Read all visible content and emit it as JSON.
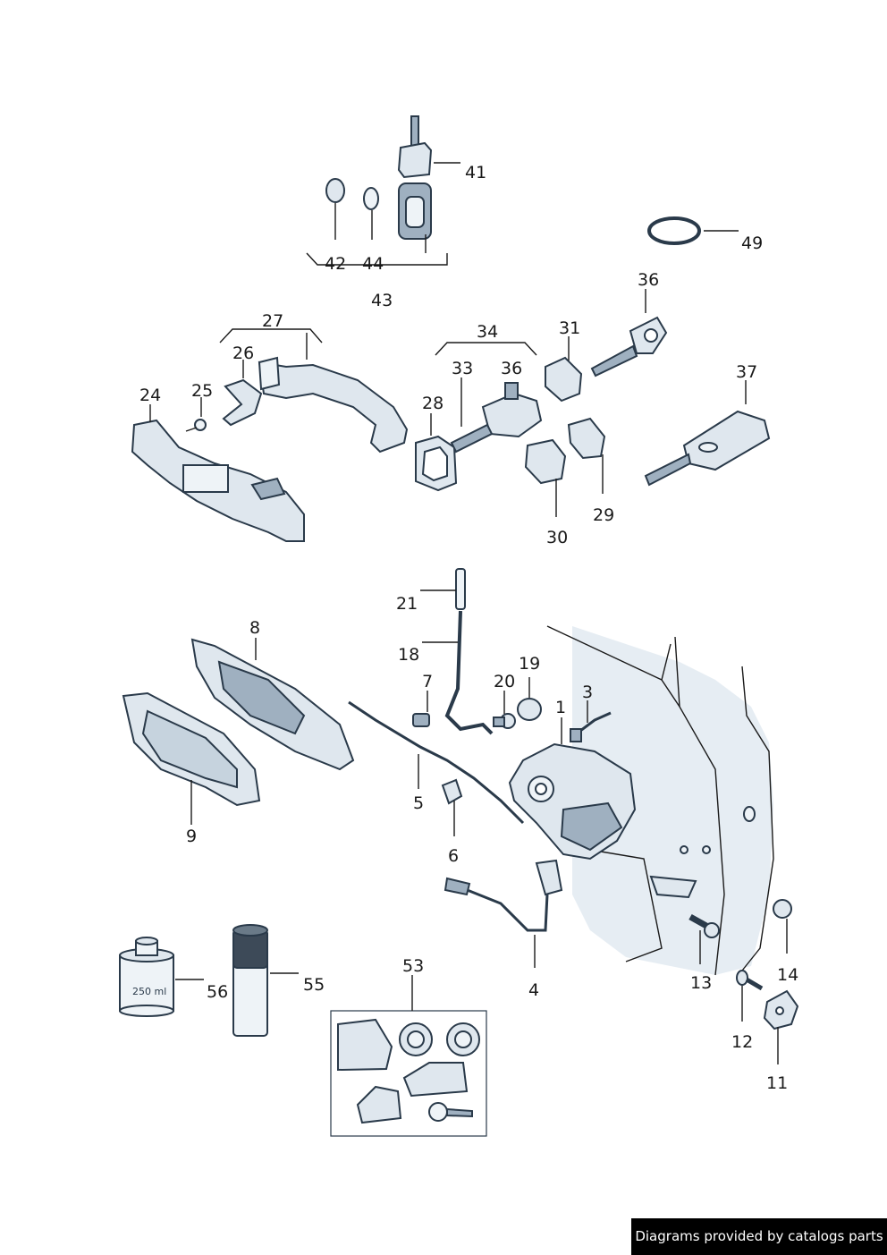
{
  "callouts": [
    {
      "id": "41",
      "label": "41"
    },
    {
      "id": "42",
      "label": "42"
    },
    {
      "id": "44",
      "label": "44"
    },
    {
      "id": "43",
      "label": "43"
    },
    {
      "id": "49",
      "label": "49"
    },
    {
      "id": "36a",
      "label": "36"
    },
    {
      "id": "27",
      "label": "27"
    },
    {
      "id": "26",
      "label": "26"
    },
    {
      "id": "25",
      "label": "25"
    },
    {
      "id": "24",
      "label": "24"
    },
    {
      "id": "34",
      "label": "34"
    },
    {
      "id": "31",
      "label": "31"
    },
    {
      "id": "33",
      "label": "33"
    },
    {
      "id": "36b",
      "label": "36"
    },
    {
      "id": "28",
      "label": "28"
    },
    {
      "id": "37",
      "label": "37"
    },
    {
      "id": "29",
      "label": "29"
    },
    {
      "id": "30",
      "label": "30"
    },
    {
      "id": "21",
      "label": "21"
    },
    {
      "id": "18",
      "label": "18"
    },
    {
      "id": "8",
      "label": "8"
    },
    {
      "id": "19",
      "label": "19"
    },
    {
      "id": "7",
      "label": "7"
    },
    {
      "id": "20",
      "label": "20"
    },
    {
      "id": "3",
      "label": "3"
    },
    {
      "id": "1",
      "label": "1"
    },
    {
      "id": "5",
      "label": "5"
    },
    {
      "id": "9",
      "label": "9"
    },
    {
      "id": "6",
      "label": "6"
    },
    {
      "id": "53",
      "label": "53"
    },
    {
      "id": "56",
      "label": "56"
    },
    {
      "id": "55",
      "label": "55"
    },
    {
      "id": "4",
      "label": "4"
    },
    {
      "id": "13",
      "label": "13"
    },
    {
      "id": "14",
      "label": "14"
    },
    {
      "id": "12",
      "label": "12"
    },
    {
      "id": "11",
      "label": "11"
    }
  ],
  "can_label": "250 ml",
  "credit": "Diagrams provided by catalogs parts",
  "colors": {
    "part_fill": "#dfe7ee",
    "outline": "#2a3a4a",
    "credit_bg": "#000000"
  }
}
